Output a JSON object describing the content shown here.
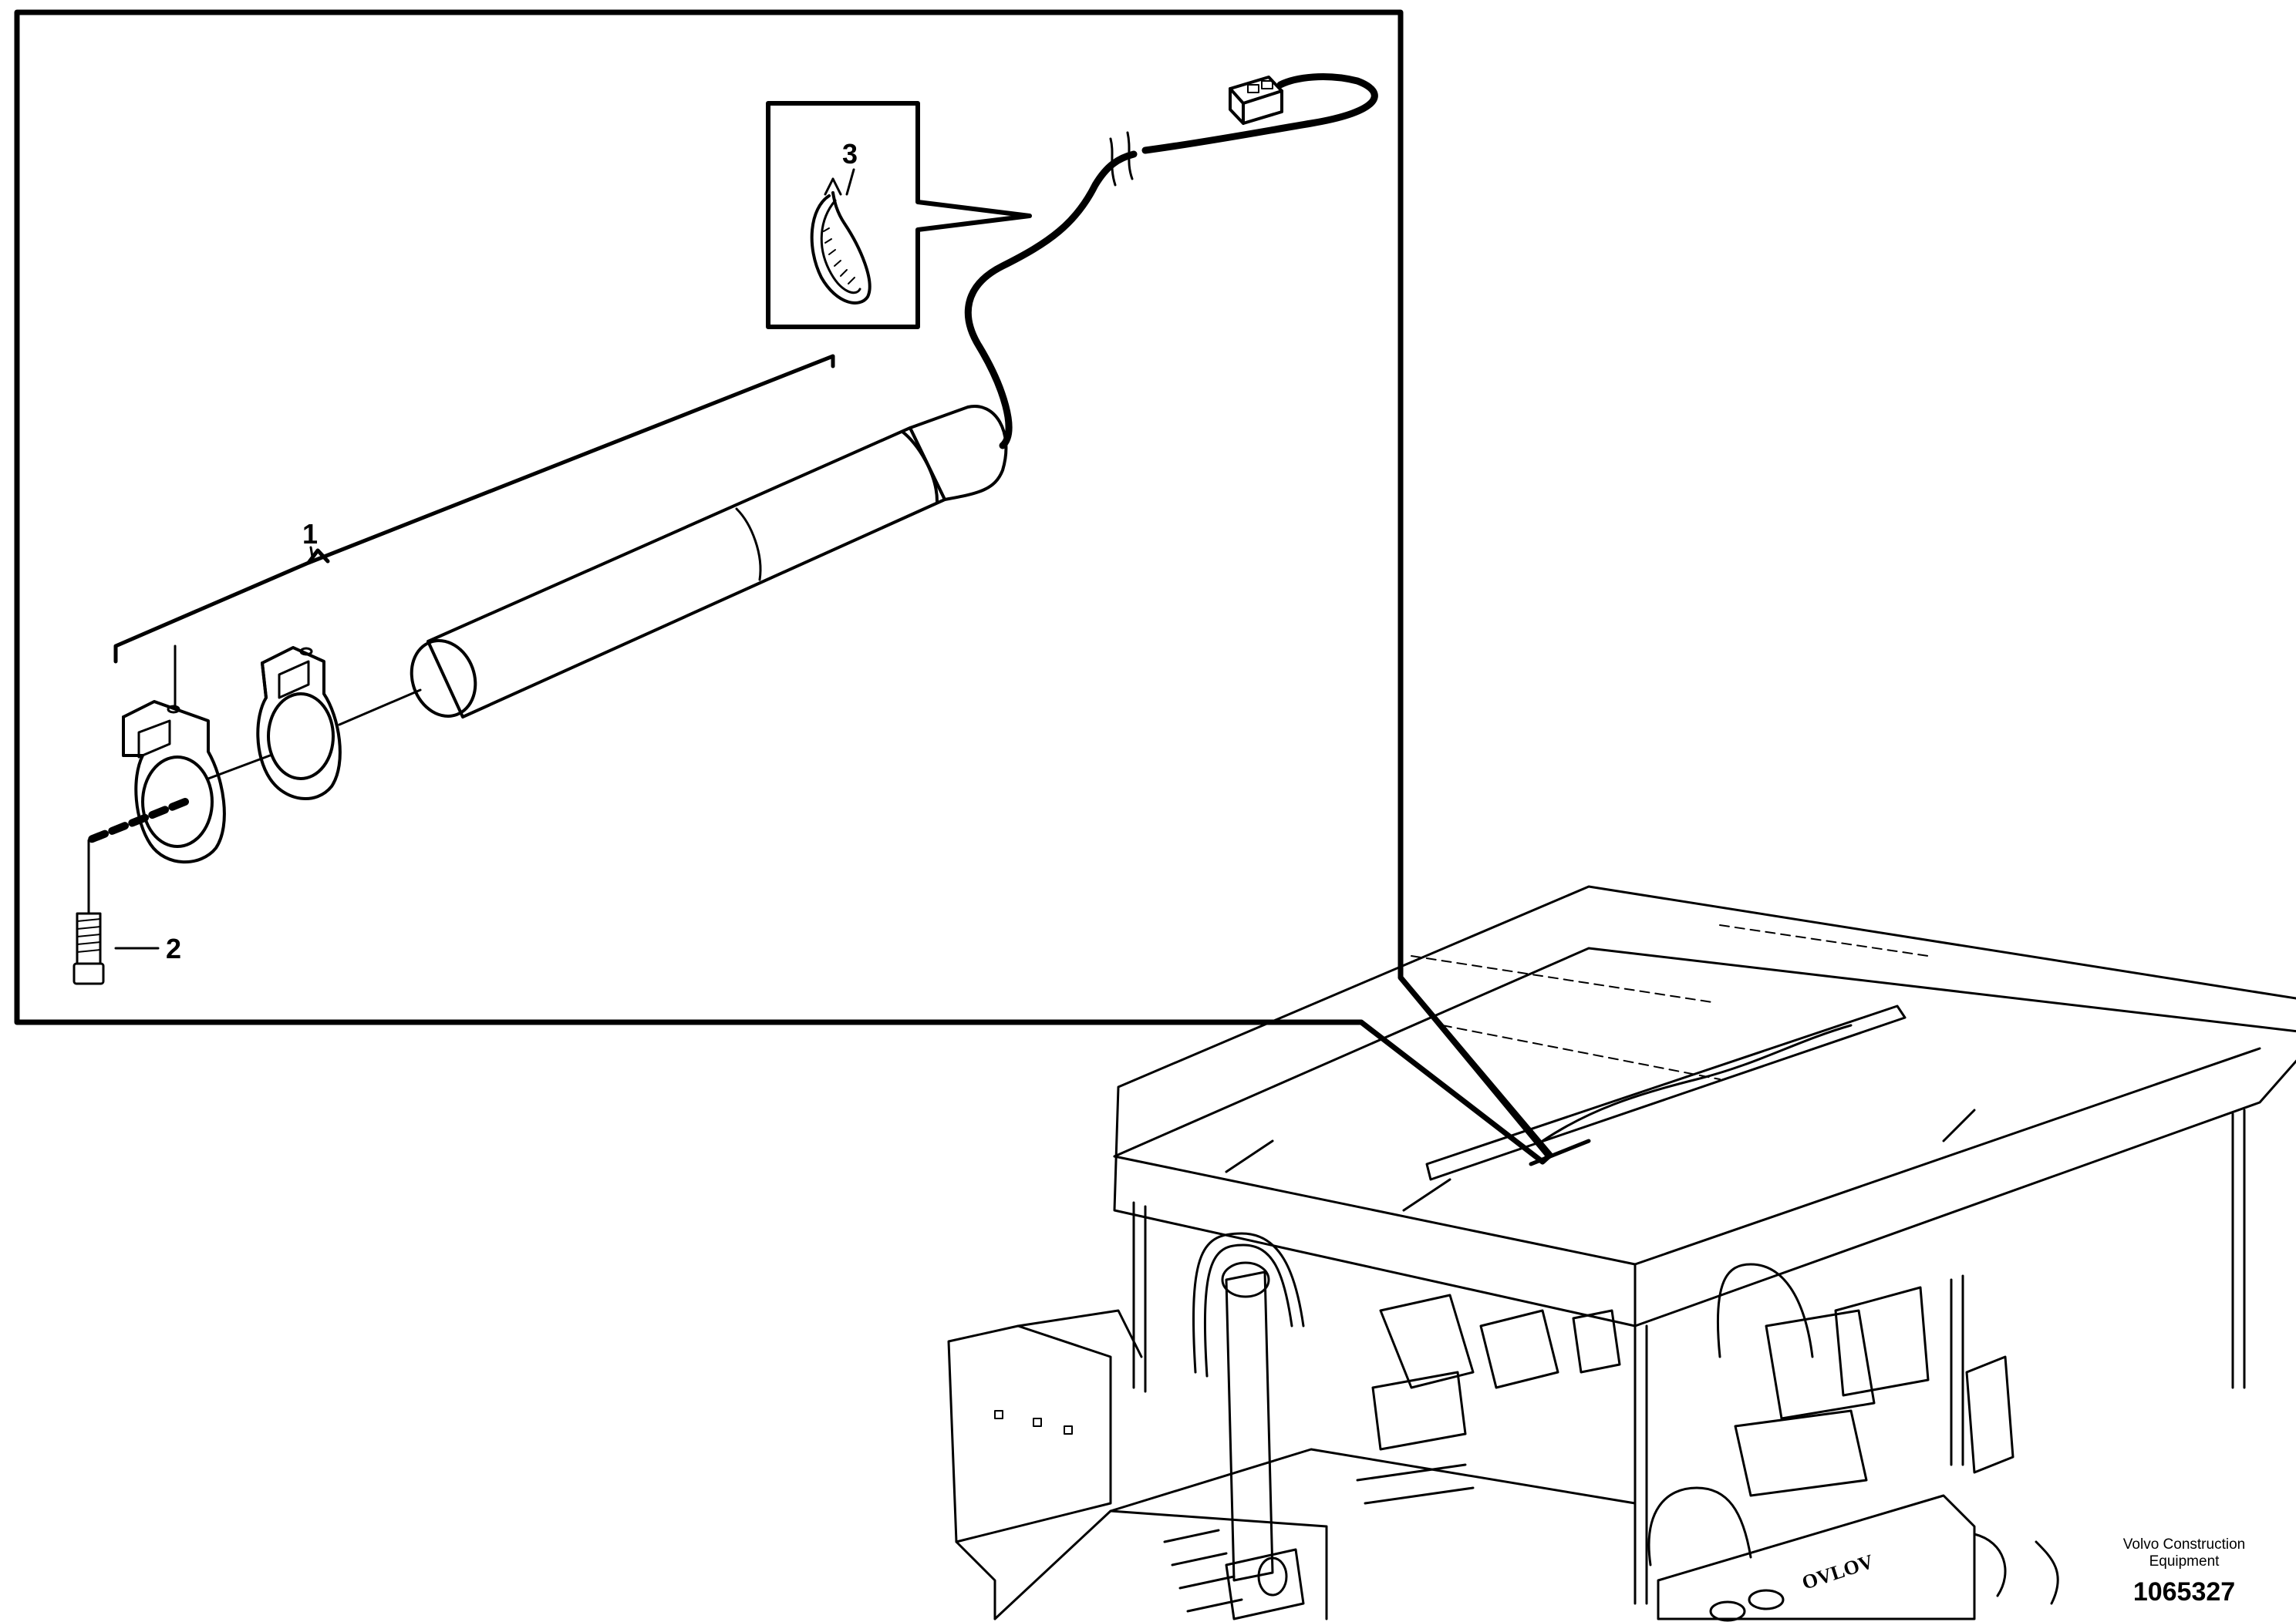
{
  "callouts": {
    "item1": "1",
    "item2": "2",
    "item3": "3"
  },
  "footer": {
    "brand_line1": "Volvo Construction",
    "brand_line2": "Equipment",
    "document_number": "1065327"
  }
}
